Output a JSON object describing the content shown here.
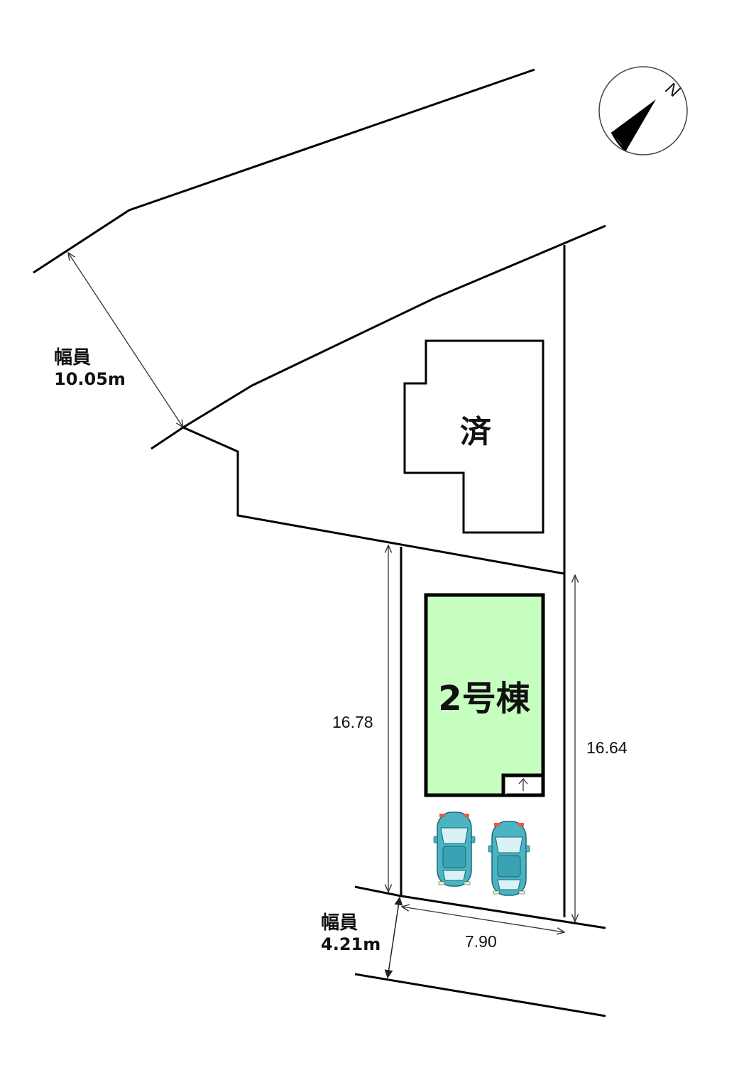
{
  "compass": {
    "direction_label": "N",
    "icon": "north-arrow-icon"
  },
  "north_road": {
    "width_caption": "幅員",
    "width_value": "10.05m"
  },
  "south_road": {
    "width_caption": "幅員",
    "width_value": "4.21m"
  },
  "sold_lot": {
    "label": "済"
  },
  "featured_lot": {
    "label": "2号棟",
    "fill_color": "#c6ffc0"
  },
  "dimensions": {
    "west_side": "16.78",
    "east_side": "16.64",
    "frontage": "7.90"
  },
  "parking": {
    "car_count": 2,
    "car_color": "#4ab4c4",
    "icon": "car-icon"
  }
}
